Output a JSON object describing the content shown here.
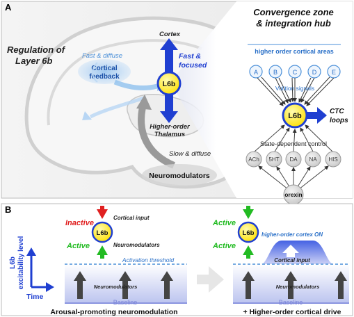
{
  "panel_a": {
    "label": "A",
    "regulation_title": [
      "Regulation of",
      "Layer 6b"
    ],
    "fast_diffuse": "Fast & diffuse",
    "cortical_feedback": [
      "Cortical",
      "feedback"
    ],
    "cortex": "Cortex",
    "fast_focused": [
      "Fast &",
      "focused"
    ],
    "l6b": "L6b",
    "higher_order_thalamus": [
      "Higher-order",
      "Thalamus"
    ],
    "slow_diffuse": "Slow & diffuse",
    "neuromodulators": "Neuromodulators",
    "hub_title": [
      "Convergence zone",
      "& integration hub"
    ],
    "higher_order_areas": "higher order cortical areas",
    "areas": [
      "A",
      "B",
      "C",
      "D",
      "E"
    ],
    "volition_signals": "Volition signals",
    "ctc_loops": [
      "CTC",
      "loops"
    ],
    "state_dependent": "State-dependent control",
    "modulators": [
      "ACh",
      "5HT",
      "DA",
      "NA",
      "HIS"
    ],
    "orexin": "orexin"
  },
  "panel_b": {
    "label": "B",
    "y_axis_label": [
      "L6b",
      "excitability level"
    ],
    "x_axis_label": "Time",
    "left": {
      "inactive": "Inactive",
      "active": "Active",
      "cortical_input": "Cortical input",
      "neuromodulators_side": "Neuromodulators",
      "l6b": "L6b",
      "threshold": "Activation threshold",
      "neuromodulators": "Neuromodulators",
      "baseline": "Baseline",
      "caption": "Arousal-promoting neuromodulation"
    },
    "right": {
      "active_top": "Active",
      "active_bottom": "Active",
      "l6b": "L6b",
      "higher_order_on": "higher-order cortex ON",
      "cortical_input": "Cortical input",
      "neuromodulators": "Neuromodulators",
      "baseline": "Baseline",
      "caption": "+ Higher-order cortical drive"
    }
  },
  "colors": {
    "blue": "#1f3fd1",
    "light_blue": "#6fb0e8",
    "yellow": "#ffee33",
    "red": "#e02020",
    "green": "#22bb22"
  }
}
